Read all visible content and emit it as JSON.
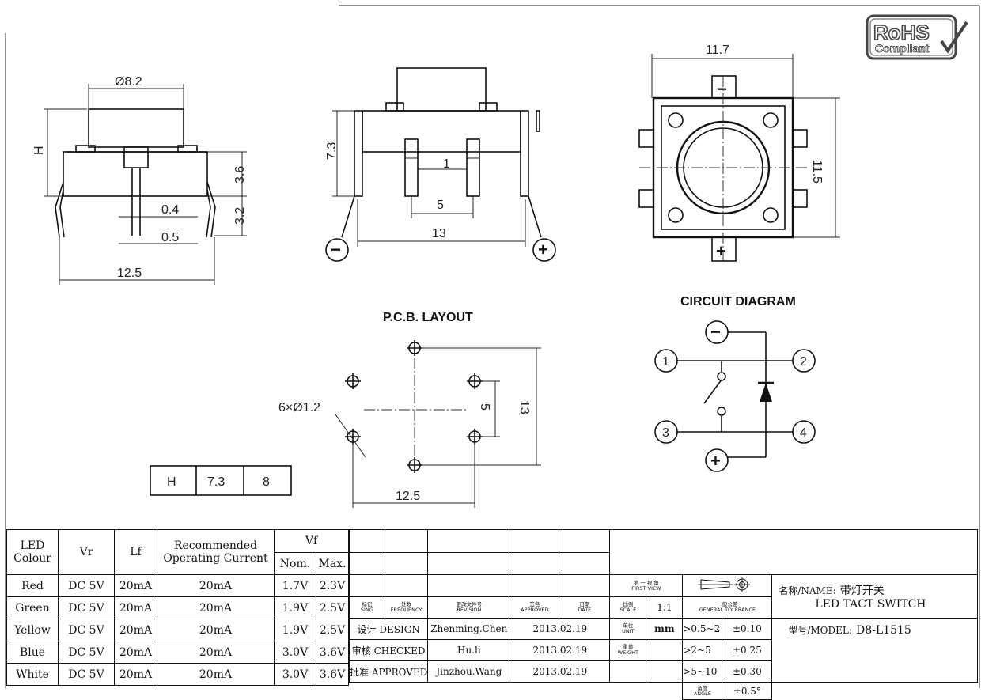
{
  "logo": {
    "line1": "RoHS",
    "line2": "Compliant"
  },
  "side_view": {
    "diameter": "Ø8.2",
    "height_label": "H",
    "dim_3_6": "3.6",
    "dim_3_2": "3.2",
    "dim_0_4": "0.4",
    "dim_0_5": "0.5",
    "width": "12.5"
  },
  "front_view": {
    "height": "7.3",
    "pin_gap": "1",
    "pin_pitch": "5",
    "width": "13",
    "minus": "−",
    "plus": "+"
  },
  "top_view": {
    "width": "11.7",
    "height": "11.5",
    "minus": "−",
    "plus": "+"
  },
  "pcb": {
    "title": "P.C.B. LAYOUT",
    "holes": "6×Ø1.2",
    "dim_5": "5",
    "dim_13": "13",
    "dim_12_5": "12.5"
  },
  "circuit": {
    "title": "CIRCUIT DIAGRAM",
    "p1": "1",
    "p2": "2",
    "p3": "3",
    "p4": "4",
    "minus": "−",
    "plus": "+"
  },
  "h_table": {
    "label": "H",
    "values": [
      "7.3",
      "8"
    ]
  },
  "led_table": {
    "headers": {
      "colour": [
        "LED",
        "Colour"
      ],
      "vr": "Vr",
      "lf": "Lf",
      "rec": [
        "Recommended",
        "Operating Current"
      ],
      "vf": "Vf",
      "nom": "Nom.",
      "max": "Max."
    },
    "rows": [
      {
        "colour": "Red",
        "vr": "DC 5V",
        "lf": "20mA",
        "rec": "20mA",
        "nom": "1.7V",
        "max": "2.3V"
      },
      {
        "colour": "Green",
        "vr": "DC 5V",
        "lf": "20mA",
        "rec": "20mA",
        "nom": "1.9V",
        "max": "2.5V"
      },
      {
        "colour": "Yellow",
        "vr": "DC 5V",
        "lf": "20mA",
        "rec": "20mA",
        "nom": "1.9V",
        "max": "2.5V"
      },
      {
        "colour": "Blue",
        "vr": "DC 5V",
        "lf": "20mA",
        "rec": "20mA",
        "nom": "3.0V",
        "max": "3.6V"
      },
      {
        "colour": "White",
        "vr": "DC 5V",
        "lf": "20mA",
        "rec": "20mA",
        "nom": "3.0V",
        "max": "3.6V"
      }
    ]
  },
  "title_block": {
    "sign": [
      "标记",
      "SING"
    ],
    "frequency": [
      "处数",
      "FREQUENCY"
    ],
    "revision": [
      "更改文件号",
      "REVISION"
    ],
    "approved_h": [
      "签名",
      "APPROVED"
    ],
    "date_h": [
      "日期",
      "DATE"
    ],
    "design": "设计 DESIGN",
    "checked": "审核 CHECKED",
    "approved": "批准 APPROVED",
    "design_name": "Zhenming.Chen",
    "checked_name": "Hu.li",
    "approved_name": "Jinzhou.Wang",
    "design_date": "2013.02.19",
    "checked_date": "2013.02.19",
    "approved_date": "2013.02.19",
    "first_view": [
      "第 一 视 角",
      "FIRST VIEW"
    ],
    "scale": [
      "比例",
      "SCALE"
    ],
    "scale_value": "1:1",
    "unit": [
      "单位",
      "UNIT"
    ],
    "unit_value": "mm",
    "weight": [
      "重量",
      "WEIGHT"
    ],
    "tolerance": [
      "一般公差",
      "GENERAL TOLERANCE"
    ],
    "tol_rows": [
      {
        "range": ">0.5~2",
        "value": "±0.10"
      },
      {
        "range": ">2~5",
        "value": "±0.25"
      },
      {
        "range": ">5~10",
        "value": "±0.30"
      }
    ],
    "angle": [
      "角度",
      "ANGLE"
    ],
    "angle_value": "±0.5°",
    "name_label": "名称/NAME:",
    "name_cn": "带灯开关",
    "name_en": "LED TACT SWITCH",
    "model_label": "型号/MODEL:",
    "model_value": "D8-L1515"
  }
}
